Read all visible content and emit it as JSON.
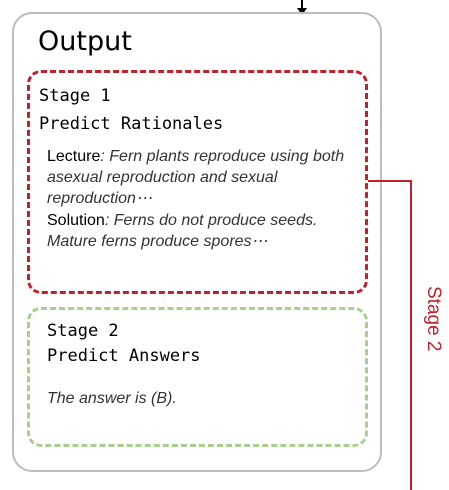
{
  "output": {
    "title": "Output"
  },
  "stage1": {
    "label": "Stage 1",
    "heading": "Predict Rationales",
    "lecture_label": "Lecture",
    "lecture_sep": ":",
    "lecture_text": "Fern plants reproduce using both asexual reproduction and sexual reproduction⋯",
    "solution_label": "Solution",
    "solution_sep": ":",
    "solution_text": "Ferns do not produce seeds. Mature ferns produce spores⋯"
  },
  "stage2": {
    "label": "Stage 2",
    "heading": "Predict Answers",
    "answer_text": "The answer is (B)."
  },
  "side": {
    "label": "Stage 2"
  },
  "colors": {
    "stage1_border": "#c0222b",
    "stage2_border": "#a8d08d",
    "connector": "#c0222b",
    "output_border": "#bdbdbd"
  }
}
